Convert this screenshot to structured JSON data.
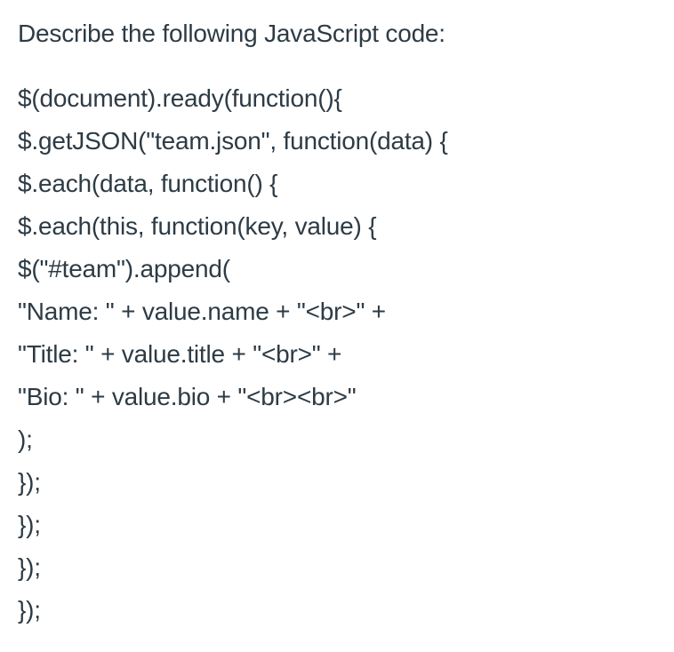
{
  "colors": {
    "text": "#2D3B45",
    "background": "#FFFFFF"
  },
  "question": {
    "prompt": "Describe the following JavaScript code:",
    "code_lines": [
      "$(document).ready(function(){",
      "$.getJSON(\"team.json\", function(data) {",
      "$.each(data, function() {",
      "$.each(this, function(key, value) {",
      "$(\"#team\").append(",
      "\"Name: \" + value.name + \"<br>\" +",
      "\"Title: \" + value.title + \"<br>\" +",
      "\"Bio: \" + value.bio + \"<br><br>\"",
      ");",
      "});",
      "});",
      "});",
      "});"
    ]
  }
}
